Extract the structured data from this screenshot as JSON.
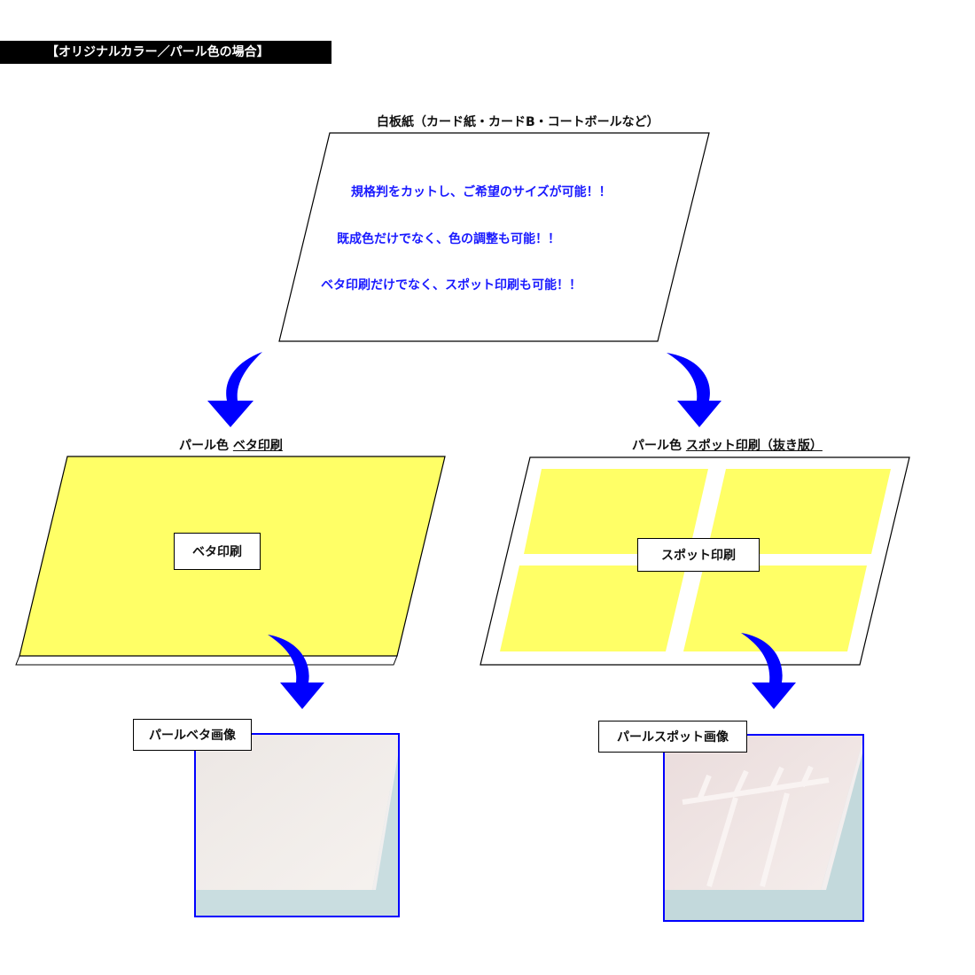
{
  "header": {
    "title": "【オリジナルカラー／パール色の場合】"
  },
  "top_sheet": {
    "title": "白板紙（カード紙・カードB・コートボールなど）",
    "notes": [
      "規格判をカットし、ご希望のサイズが可能！！",
      "既成色だけでなく、色の調整も可能！！",
      "ベタ印刷だけでなく、スポット印刷も可能！！"
    ]
  },
  "left": {
    "caption_prefix": "パール色",
    "caption_underlined": "ベタ印刷",
    "sheet_label": "ベタ印刷",
    "image_label": "パールベタ画像"
  },
  "right": {
    "caption_prefix": "パール色",
    "caption_underlined": "スポット印刷（抜き版）",
    "sheet_label": "スポット印刷",
    "image_label": "パールスポット画像"
  },
  "colors": {
    "arrow": "#0000ff",
    "print_yellow": "#ffff66",
    "text_blue": "#1a1aff",
    "photo_frame": "#0000ff"
  }
}
